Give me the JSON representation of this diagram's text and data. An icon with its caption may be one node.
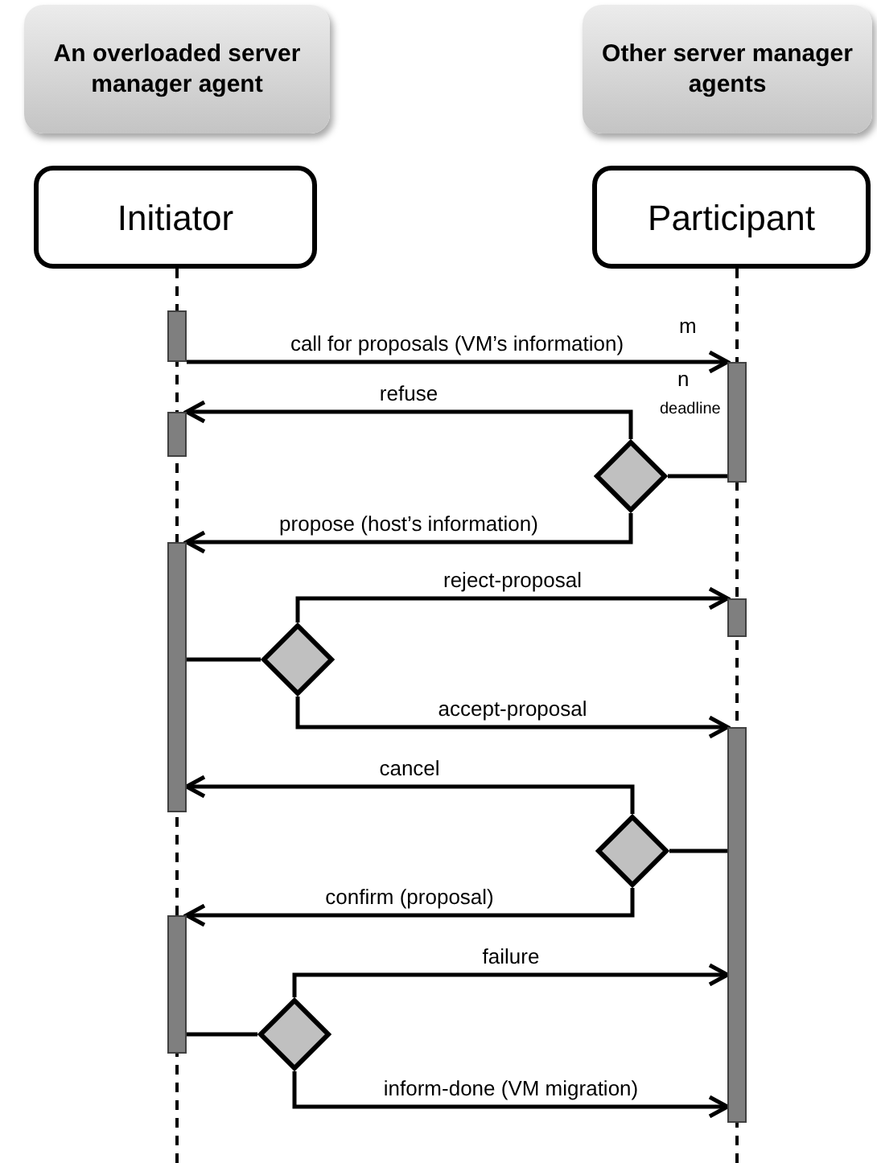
{
  "diagram": {
    "nodes": [
      {
        "text": [
          "An overloaded server manager agent"
        ]
      },
      {
        "text": [
          "Other server manager agents"
        ]
      },
      {
        "text": [
          "Initiator"
        ]
      },
      {
        "text": [
          "Participant"
        ]
      },
      {
        "text": [],
        "shape": "bar"
      },
      {
        "text": [],
        "shape": "bar"
      },
      {
        "text": [],
        "shape": "bar"
      },
      {
        "text": [],
        "shape": "diamond"
      },
      {
        "text": [],
        "shape": "bar"
      },
      {
        "text": [],
        "shape": "bar"
      },
      {
        "text": [],
        "shape": "diamond"
      },
      {
        "text": [],
        "shape": "bar"
      },
      {
        "text": [],
        "shape": "diamond"
      },
      {
        "text": [],
        "shape": "bar"
      },
      {
        "text": [],
        "shape": "diamond"
      }
    ],
    "edges": [
      {
        "from": 4,
        "to": 5,
        "arrow": "to",
        "label": "call for proposals (VM’s information)"
      },
      {
        "from": 5,
        "to": 7,
        "arrow": "none"
      },
      {
        "from": 7,
        "to": 6,
        "arrow": "to",
        "label": "refuse"
      },
      {
        "from": 7,
        "to": 8,
        "arrow": "to",
        "label": "propose (host’s information)"
      },
      {
        "from": 8,
        "to": 10,
        "arrow": "none"
      },
      {
        "from": 10,
        "to": 9,
        "arrow": "to",
        "label": "reject-proposal"
      },
      {
        "from": 10,
        "to": 11,
        "arrow": "to",
        "label": "accept-proposal"
      },
      {
        "from": 11,
        "to": 12,
        "arrow": "none"
      },
      {
        "from": 12,
        "to": 8,
        "arrow": "to",
        "label": "cancel"
      },
      {
        "from": 12,
        "to": 13,
        "arrow": "to",
        "label": "confirm (proposal)"
      },
      {
        "from": 13,
        "to": 14,
        "arrow": "none"
      },
      {
        "from": 14,
        "to": 11,
        "arrow": "to",
        "label": "failure"
      },
      {
        "from": 14,
        "to": 11,
        "arrow": "to",
        "label": "inform-done (VM migration)"
      }
    ],
    "labels": [
      "m",
      "n",
      "deadline"
    ]
  }
}
